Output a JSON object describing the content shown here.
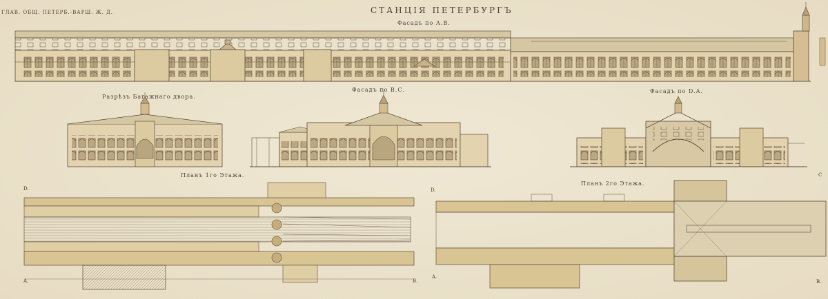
{
  "header": {
    "railway": "ГЛАВ. ОБЩ. ПЕТЕРБ.-ВАРШ. Ж. Д.",
    "station_title": "СТАНЦІЯ ПЕТЕРБУРГЪ"
  },
  "labels": {
    "facade_ab": "Фасадъ по А.В.",
    "section_baggage": "Разрѣзъ Багажнаго двора.",
    "facade_bc": "Фасадъ по В.С.",
    "facade_da": "Фасадъ по D.A.",
    "plan_floor1": "Планъ 1го Этажа.",
    "plan_floor2": "Планъ 2го Этажа."
  },
  "corner_letters": {
    "d1": "D.",
    "a1": "A.",
    "b1": "B.",
    "d2": "D.",
    "a2": "A.",
    "b2": "B.",
    "c2": "C"
  },
  "colors": {
    "paper": "#ece4cf",
    "ink": "#4a3f33",
    "facade_fill": "#e3d3ae",
    "roof_fill": "#d6c7a3",
    "plan_fill": "#d9c493"
  }
}
